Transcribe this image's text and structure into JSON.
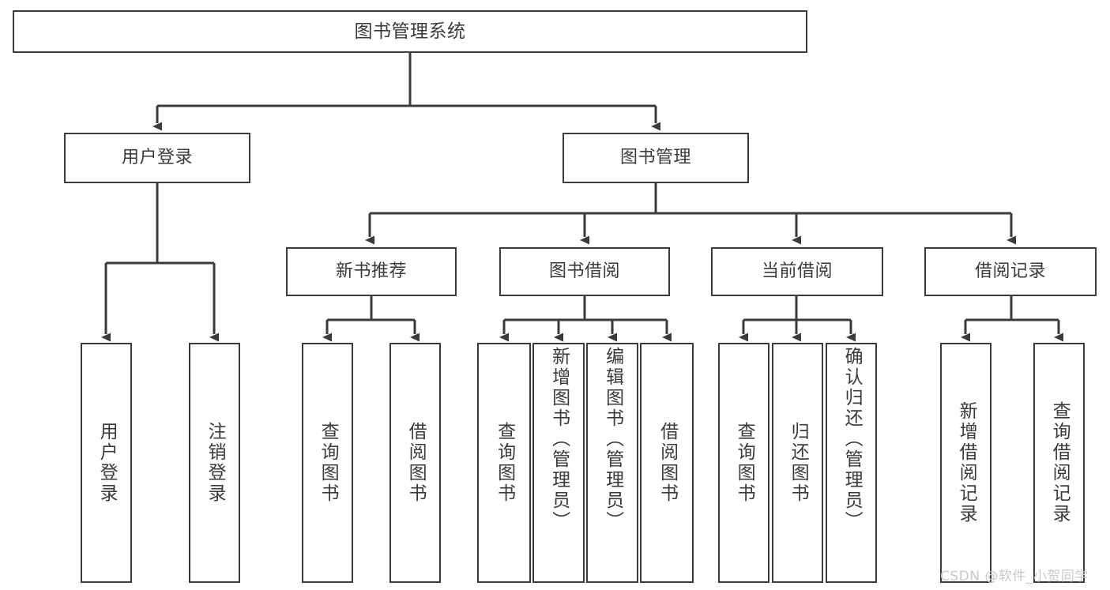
{
  "diagram": {
    "type": "hierarchy-tree",
    "title": "图书管理系统",
    "watermark": "CSDN @软件_小贺同学",
    "colors": {
      "background": "#ffffff",
      "node_border": "#3b3b3b",
      "node_fill": "#ffffff",
      "text": "#3a3a3a",
      "edge": "#3b3b3b",
      "watermark": "#c9c9c9"
    },
    "levels": {
      "root": {
        "label": "图书管理系统"
      },
      "level2": [
        {
          "id": "user-login",
          "label": "用户登录"
        },
        {
          "id": "book-manage",
          "label": "图书管理"
        }
      ],
      "level3": [
        {
          "id": "new-book-recommend",
          "label": "新书推荐",
          "parent": "book-manage"
        },
        {
          "id": "book-borrow",
          "label": "图书借阅",
          "parent": "book-manage"
        },
        {
          "id": "current-borrow",
          "label": "当前借阅",
          "parent": "book-manage"
        },
        {
          "id": "borrow-record",
          "label": "借阅记录",
          "parent": "book-manage"
        }
      ],
      "leaves": [
        {
          "id": "leaf-user-login",
          "label": "用户登录",
          "parent": "user-login",
          "orientation": "vertical"
        },
        {
          "id": "leaf-user-logout",
          "label": "注销登录",
          "parent": "user-login",
          "orientation": "vertical"
        },
        {
          "id": "leaf-query-book-1",
          "label": "查询图书",
          "parent": "new-book-recommend",
          "orientation": "vertical"
        },
        {
          "id": "leaf-borrow-book-1",
          "label": "借阅图书",
          "parent": "new-book-recommend",
          "orientation": "vertical"
        },
        {
          "id": "leaf-query-book-2",
          "label": "查询图书",
          "parent": "book-borrow",
          "orientation": "vertical"
        },
        {
          "id": "leaf-add-book",
          "label": "新增图书（管理员）",
          "parent": "book-borrow",
          "orientation": "vertical"
        },
        {
          "id": "leaf-edit-book",
          "label": "编辑图书（管理员）",
          "parent": "book-borrow",
          "orientation": "vertical"
        },
        {
          "id": "leaf-borrow-book-2",
          "label": "借阅图书",
          "parent": "book-borrow",
          "orientation": "vertical"
        },
        {
          "id": "leaf-query-book-3",
          "label": "查询图书",
          "parent": "current-borrow",
          "orientation": "vertical"
        },
        {
          "id": "leaf-return-book",
          "label": "归还图书",
          "parent": "current-borrow",
          "orientation": "vertical"
        },
        {
          "id": "leaf-confirm-return",
          "label": "确认归还（管理员）",
          "parent": "current-borrow",
          "orientation": "vertical"
        },
        {
          "id": "leaf-add-record",
          "label": "新增借阅记录",
          "parent": "borrow-record",
          "orientation": "vertical"
        },
        {
          "id": "leaf-query-record",
          "label": "查询借阅记录",
          "parent": "borrow-record",
          "orientation": "vertical"
        }
      ]
    }
  }
}
